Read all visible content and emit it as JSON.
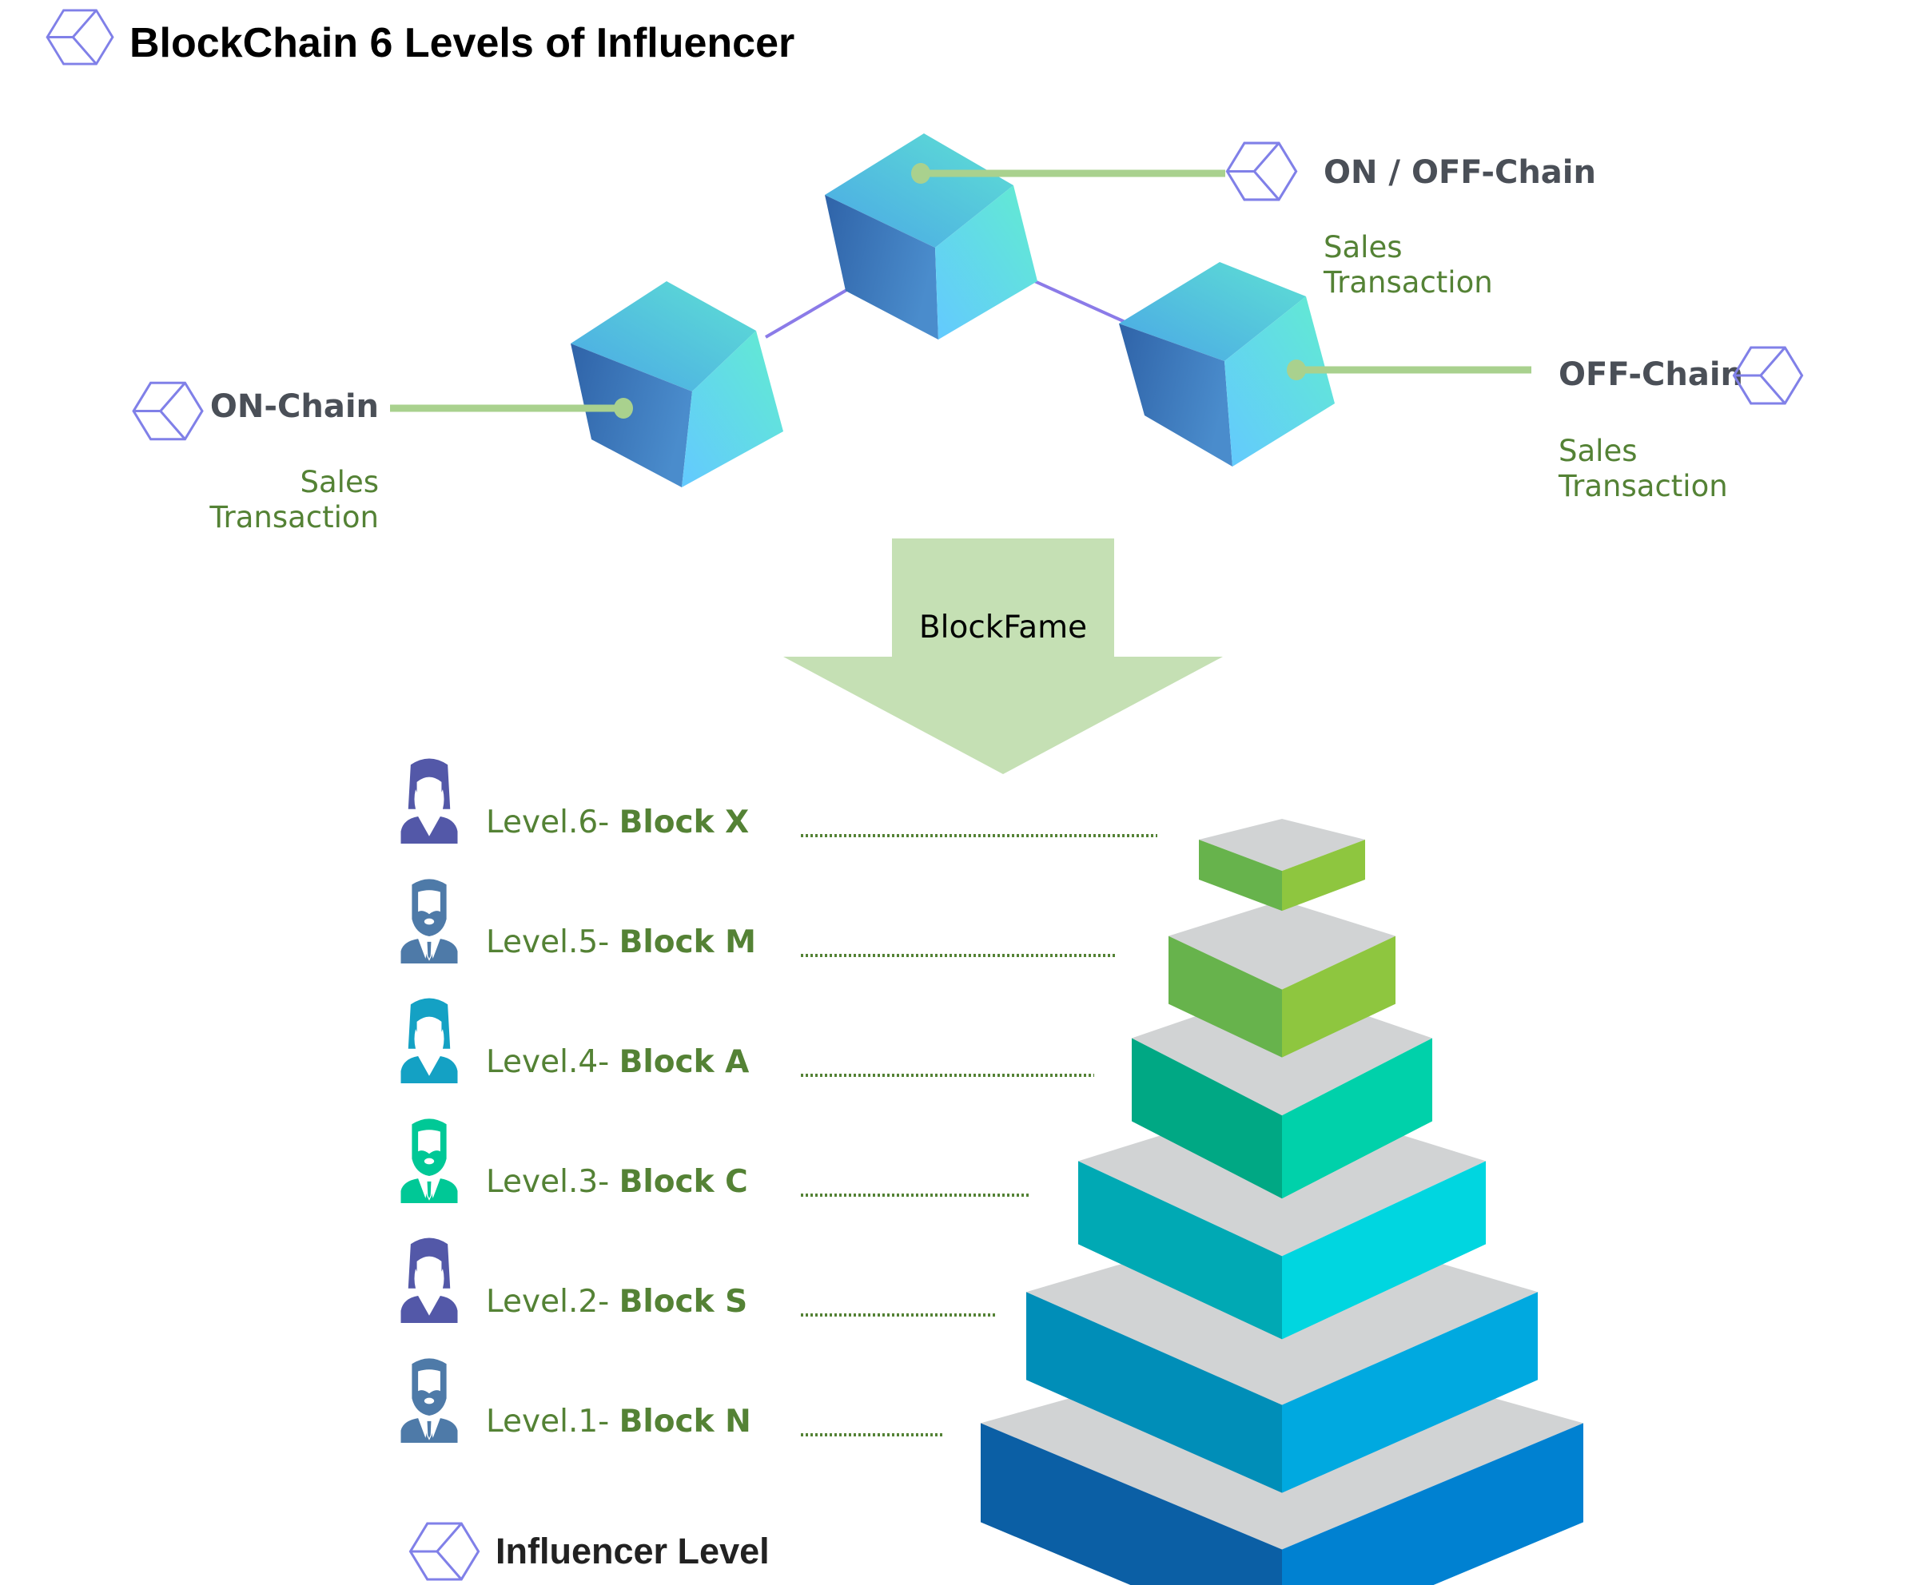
{
  "title": "BlockChain 6 Levels of Influencer",
  "icons": {
    "cube_outline": "cube-outline-icon",
    "person_female": "person-female-icon",
    "person_male": "person-male-icon"
  },
  "chain_nodes": {
    "on_off_chain": {
      "label": "ON / OFF-Chain",
      "sub_line1": "Sales",
      "sub_line2": "Transaction"
    },
    "on_chain": {
      "label": "ON-Chain",
      "sub_line1": "Sales",
      "sub_line2": "Transaction"
    },
    "off_chain": {
      "label": "OFF-Chain",
      "sub_line1": "Sales",
      "sub_line2": "Transaction"
    }
  },
  "arrow": {
    "label": "BlockFame"
  },
  "levels": [
    {
      "prefix": "Level.6- ",
      "name": "Block X",
      "person": "female",
      "color": "#5358a8"
    },
    {
      "prefix": "Level.5- ",
      "name": "Block M",
      "person": "male",
      "color": "#4e7aa8"
    },
    {
      "prefix": "Level.4- ",
      "name": "Block A",
      "person": "female",
      "color": "#14a1c4"
    },
    {
      "prefix": "Level.3- ",
      "name": "Block C",
      "person": "male",
      "color": "#00c896"
    },
    {
      "prefix": "Level.2- ",
      "name": "Block S",
      "person": "female",
      "color": "#5358a8"
    },
    {
      "prefix": "Level.1- ",
      "name": "Block N",
      "person": "male",
      "color": "#4e7aa8"
    }
  ],
  "pyramid_tiers": [
    {
      "level": 6,
      "left_color": "#67b34c",
      "right_color": "#8ec63f",
      "top_color": "#d1d3d4"
    },
    {
      "level": 5,
      "left_color": "#67b34c",
      "right_color": "#8ec63f",
      "top_color": "#d1d3d4"
    },
    {
      "level": 4,
      "left_color": "#00a884",
      "right_color": "#00d1aa",
      "top_color": "#d1d3d4"
    },
    {
      "level": 3,
      "left_color": "#00a9b4",
      "right_color": "#00d6e0",
      "top_color": "#d1d3d4"
    },
    {
      "level": 2,
      "left_color": "#008eb8",
      "right_color": "#00a9e0",
      "top_color": "#d1d3d4"
    },
    {
      "level": 1,
      "left_color": "#0b5fa5",
      "right_color": "#0081d1",
      "top_color": "#d1d3d4"
    }
  ],
  "footer": {
    "label": "Influencer Level"
  },
  "colors": {
    "connector_green": "#a9d18e",
    "link_purple": "#8b7be8",
    "arrow_fill": "#c5e0b4",
    "text_green": "#548235",
    "icon_outline": "#8080e8"
  }
}
